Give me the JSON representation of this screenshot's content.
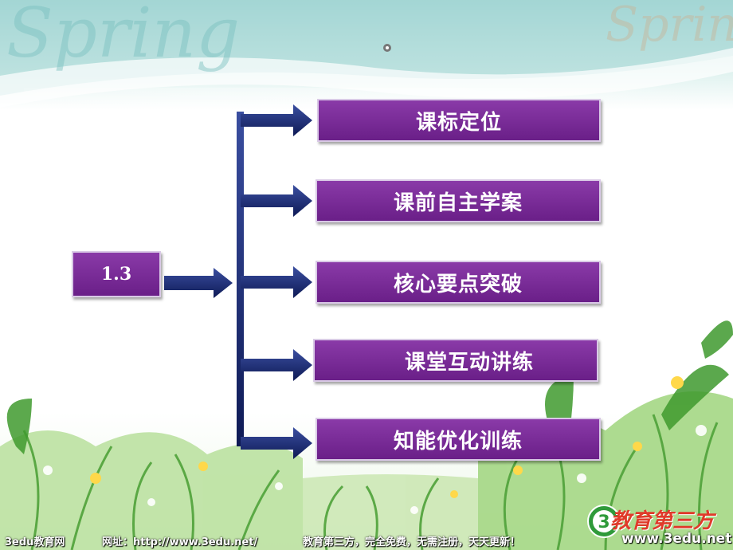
{
  "decor": {
    "script_left": "Spring",
    "script_right": "Spring"
  },
  "section_number": "1.3",
  "menu_items": [
    {
      "label": "课标定位"
    },
    {
      "label": "课前自主学案"
    },
    {
      "label": "核心要点突破"
    },
    {
      "label": "课堂互动讲练"
    },
    {
      "label": "知能优化训练"
    }
  ],
  "footer": {
    "site_name": "3edu教育网",
    "url_label": "网址：http://www.3edu.net/",
    "slogan": "教育第三方，完全免费，无需注册，天天更新！",
    "brand_cn": "教育第三方",
    "brand_url": "www.3edu.net"
  },
  "colors": {
    "box_purple": "#7a2d98",
    "arrow_navy": "#14246a",
    "brand_green": "#2f9a3a",
    "brand_red": "#e03a2a"
  }
}
